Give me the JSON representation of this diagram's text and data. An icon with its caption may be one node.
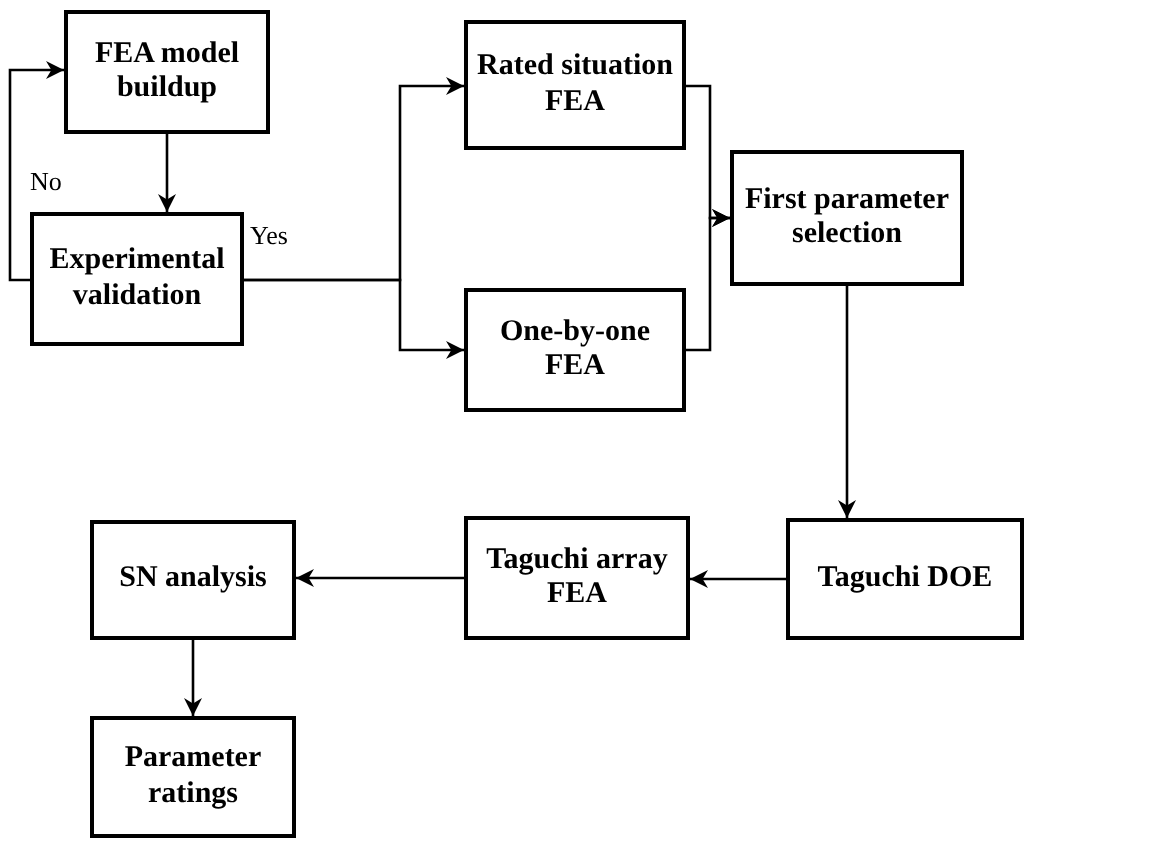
{
  "diagram": {
    "nodes": [
      {
        "text": [
          "FEA model buildup"
        ]
      },
      {
        "text": [
          "Experimental validation"
        ]
      },
      {
        "text": [
          "Rated situation FEA"
        ]
      },
      {
        "text": [
          "One-by-one FEA"
        ]
      },
      {
        "text": [
          "First parameter selection"
        ]
      },
      {
        "text": [
          "Taguchi DOE"
        ]
      },
      {
        "text": [
          "Taguchi array FEA"
        ]
      },
      {
        "text": [
          "SN analysis"
        ]
      },
      {
        "text": [
          "Parameter ratings"
        ]
      }
    ],
    "edges": [
      {
        "from": 0,
        "to": 1,
        "arrow": "to"
      },
      {
        "from": 1,
        "to": 0,
        "arrow": "to",
        "label": "No"
      },
      {
        "from": 1,
        "to": 2,
        "arrow": "to",
        "label": "Yes"
      },
      {
        "from": 1,
        "to": 3,
        "arrow": "to"
      },
      {
        "from": 2,
        "to": 4,
        "arrow": "to"
      },
      {
        "from": 3,
        "to": 4,
        "arrow": "to"
      },
      {
        "from": 4,
        "to": 5,
        "arrow": "to"
      },
      {
        "from": 5,
        "to": 6,
        "arrow": "to"
      },
      {
        "from": 6,
        "to": 7,
        "arrow": "to"
      },
      {
        "from": 7,
        "to": 8,
        "arrow": "to"
      }
    ]
  }
}
